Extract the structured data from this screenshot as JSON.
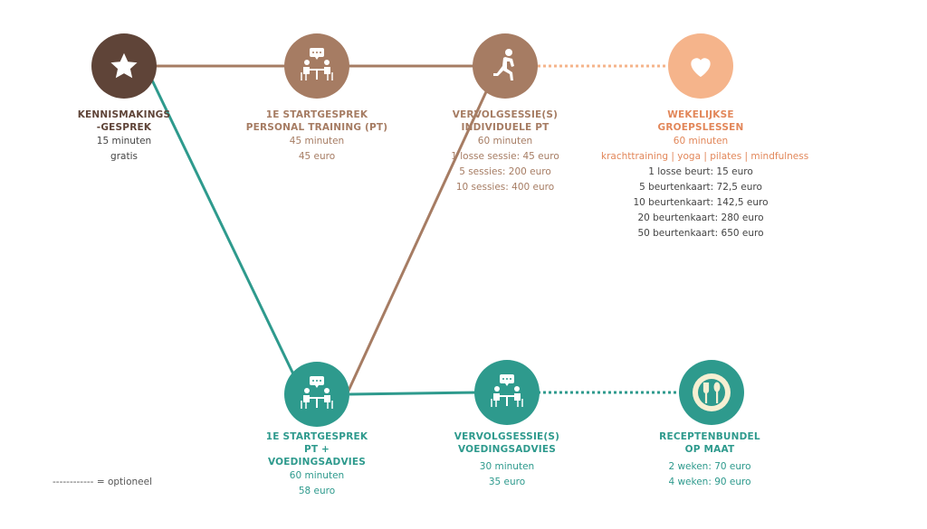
{
  "colors": {
    "dark_brown": "#5f4438",
    "light_brown": "#a67c63",
    "orange": "#f5b48b",
    "orange_text": "#e2875a",
    "teal": "#2e9a8d",
    "teal_text": "#2e9a8d"
  },
  "nodes": {
    "kennismaking": {
      "icon": "star-icon",
      "title": [
        "KENNISMAKINGS",
        "-GESPREK"
      ],
      "lines": [
        "15 minuten",
        "gratis"
      ]
    },
    "startgesprek_pt": {
      "icon": "conversation-icon",
      "title": [
        "1E STARTGESPREK",
        "PERSONAL TRAINING (PT)"
      ],
      "lines": [
        "45 minuten",
        "45 euro"
      ]
    },
    "vervolg_pt": {
      "icon": "lunge-exercise-icon",
      "title": [
        "VERVOLGSESSIE(S)",
        "INDIVIDUELE PT"
      ],
      "lines": [
        "60 minuten",
        "1 losse sessie: 45 euro",
        "5 sessies: 200 euro",
        "10 sessies: 400 euro"
      ]
    },
    "groepslessen": {
      "icon": "heart-icon",
      "title": [
        "WEKELIJKSE",
        "GROEPSLESSEN"
      ],
      "lines_colored": [
        "60 minuten",
        "krachttraining | yoga | pilates | mindfulness"
      ],
      "lines": [
        "1 losse beurt: 15 euro",
        "5 beurtenkaart: 72,5 euro",
        "10 beurtenkaart: 142,5 euro",
        "20 beurtenkaart: 280 euro",
        "50 beurtenkaart: 650 euro"
      ]
    },
    "startgesprek_voeding": {
      "icon": "conversation-icon",
      "title": [
        "1E STARTGESPREK",
        "PT +",
        "VOEDINGSADVIES"
      ],
      "lines": [
        "60 minuten",
        "58 euro"
      ]
    },
    "vervolg_voeding": {
      "icon": "conversation-icon",
      "title": [
        "VERVOLGSESSIE(S)",
        "VOEDINGSADVIES"
      ],
      "lines": [
        "30 minuten",
        "35 euro"
      ]
    },
    "receptenbundel": {
      "icon": "plate-cutlery-icon",
      "title": [
        "RECEPTENBUNDEL",
        "OP MAAT"
      ],
      "lines": [
        "2 weken: 70 euro",
        "4 weken: 90 euro"
      ]
    }
  },
  "legend": {
    "dashes": "------------",
    "text": "= optioneel"
  }
}
